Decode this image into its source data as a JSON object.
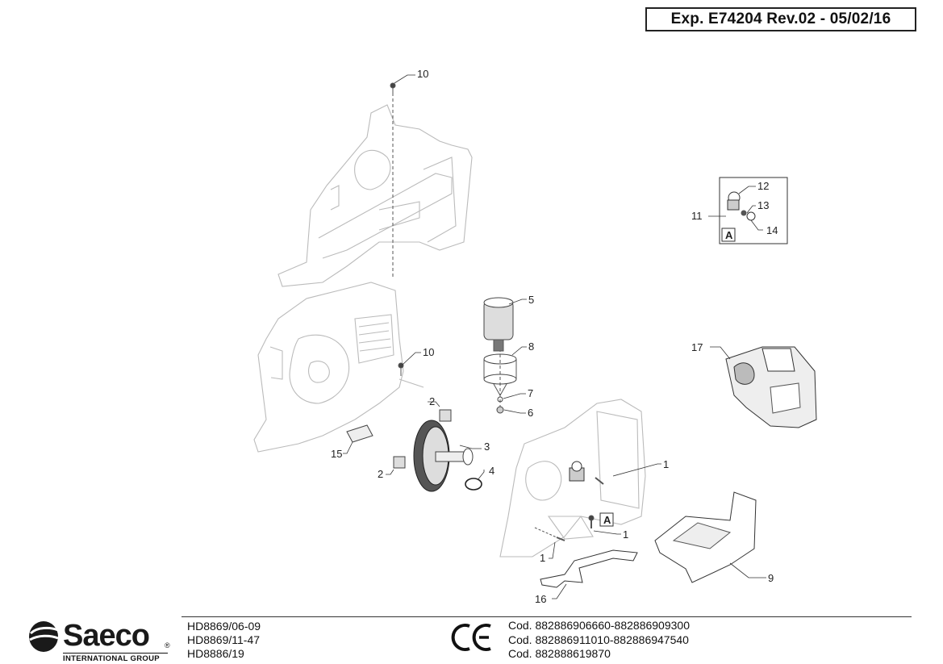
{
  "header": {
    "doc_ref": "Exp. E74204 Rev.02 - 05/02/16"
  },
  "callouts": {
    "c1a": "1",
    "c1b": "1",
    "c1c": "1",
    "c2a": "2",
    "c2b": "2",
    "c3": "3",
    "c4": "4",
    "c5": "5",
    "c6": "6",
    "c7": "7",
    "c8": "8",
    "c9": "9",
    "c10a": "10",
    "c10b": "10",
    "c11": "11",
    "c12": "12",
    "c13": "13",
    "c14": "14",
    "c15": "15",
    "c16": "16",
    "c17": "17",
    "detail_tag_a": "A",
    "detail_tag_b": "A"
  },
  "footer": {
    "brand": "Saeco",
    "brand_sub": "INTERNATIONAL GROUP",
    "models": [
      "HD8869/06-09",
      "HD8869/11-47",
      "HD8886/19"
    ],
    "codes": [
      "Cod. 882886906660-882886909300",
      "Cod. 882886911010-882886947540",
      "Cod. 882888619870"
    ],
    "mark": "CE"
  },
  "icons": {
    "ce": "ce-mark-icon",
    "logo": "saeco-logo-icon"
  }
}
